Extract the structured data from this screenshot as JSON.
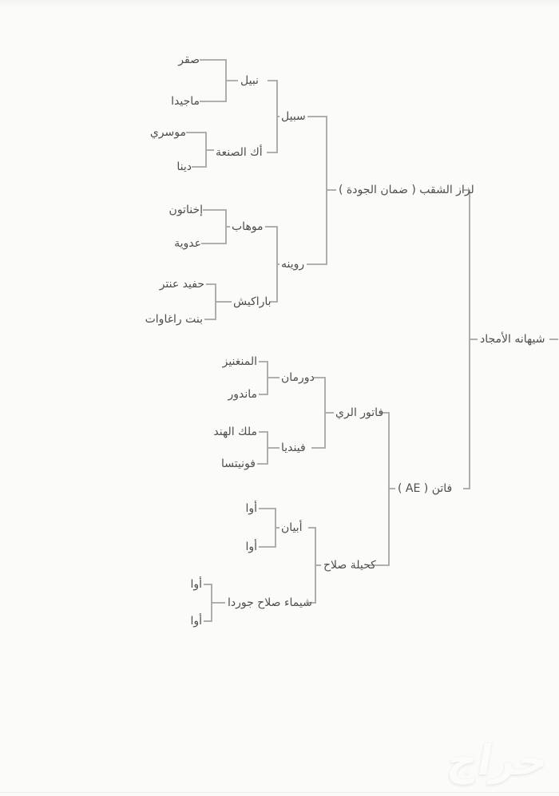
{
  "watermark": {
    "text": "حراج"
  },
  "tree": {
    "root": {
      "label": "شيهانه الأمجاد",
      "children": [
        {
          "label": "لزاز الشقب ( ضمان الجودة )",
          "children": [
            {
              "label": "سبيل",
              "children": [
                {
                  "label": "نبيل",
                  "children": [
                    {
                      "label": "صقر"
                    },
                    {
                      "label": "ماجيدا"
                    }
                  ]
                },
                {
                  "label": "أك الصنعة",
                  "children": [
                    {
                      "label": "موسري"
                    },
                    {
                      "label": "دينا"
                    }
                  ]
                }
              ]
            },
            {
              "label": "روينه",
              "children": [
                {
                  "label": "موهاب",
                  "children": [
                    {
                      "label": "إخناتون"
                    },
                    {
                      "label": "عدوية"
                    }
                  ]
                },
                {
                  "label": "باراكيش",
                  "children": [
                    {
                      "label": "حفيد عنتر"
                    },
                    {
                      "label": "بنت راغاوات"
                    }
                  ]
                }
              ]
            }
          ]
        },
        {
          "label": "فاتن ( AE )",
          "children": [
            {
              "label": "فاتور الري",
              "children": [
                {
                  "label": "دورمان",
                  "children": [
                    {
                      "label": "المنغنيز"
                    },
                    {
                      "label": "ماندور"
                    }
                  ]
                },
                {
                  "label": "فينديا",
                  "children": [
                    {
                      "label": "ملك الهند"
                    },
                    {
                      "label": "فونيتسا"
                    }
                  ]
                }
              ]
            },
            {
              "label": "كحيلة صلاح",
              "children": [
                {
                  "label": "أبيان",
                  "children": [
                    {
                      "label": "أوا"
                    },
                    {
                      "label": "أوا"
                    }
                  ]
                },
                {
                  "label": "شيماء صلاح جوردا",
                  "children": [
                    {
                      "label": "أوا"
                    },
                    {
                      "label": "أوا"
                    }
                  ]
                }
              ]
            }
          ]
        }
      ]
    }
  }
}
